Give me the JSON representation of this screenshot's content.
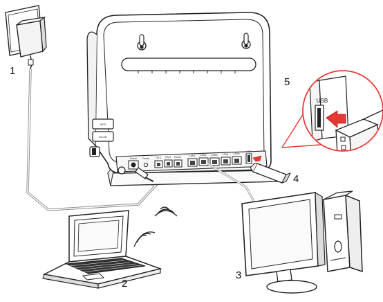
{
  "callouts": {
    "power_adapter": "1",
    "laptop": "2",
    "desktop_pc": "3",
    "usb_stick": "4",
    "usb_port": "5"
  },
  "router": {
    "side_buttons": [
      "WPS",
      "WLAN"
    ],
    "power_label": "Power",
    "reset_label": "Reset",
    "phone_ports": [
      "TEL1",
      "TEL2",
      "Phone"
    ],
    "lan_ports": [
      "LAN1",
      "LAN2",
      "LAN3",
      "LAN4",
      "LAN5"
    ],
    "usb_label": "USB"
  },
  "inset": {
    "usb_label": "USB"
  }
}
